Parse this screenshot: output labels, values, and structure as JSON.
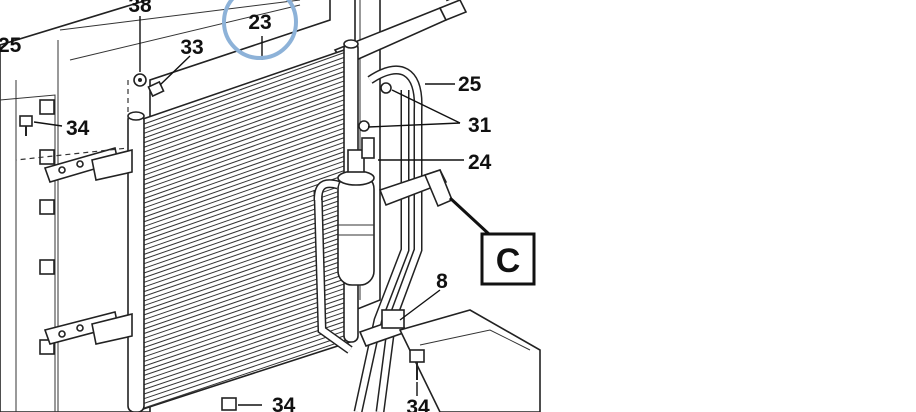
{
  "diagram": {
    "callouts": {
      "c23": "23",
      "c38": "38",
      "c33": "33",
      "c25_left": "25",
      "c34_left": "34",
      "c25_right": "25",
      "c31": "31",
      "c24": "24",
      "c8": "8",
      "c34_bottom_left": "34",
      "c34_bottom_right": "34"
    },
    "view_marker": "C",
    "highlight_color": "#8db2d8"
  }
}
